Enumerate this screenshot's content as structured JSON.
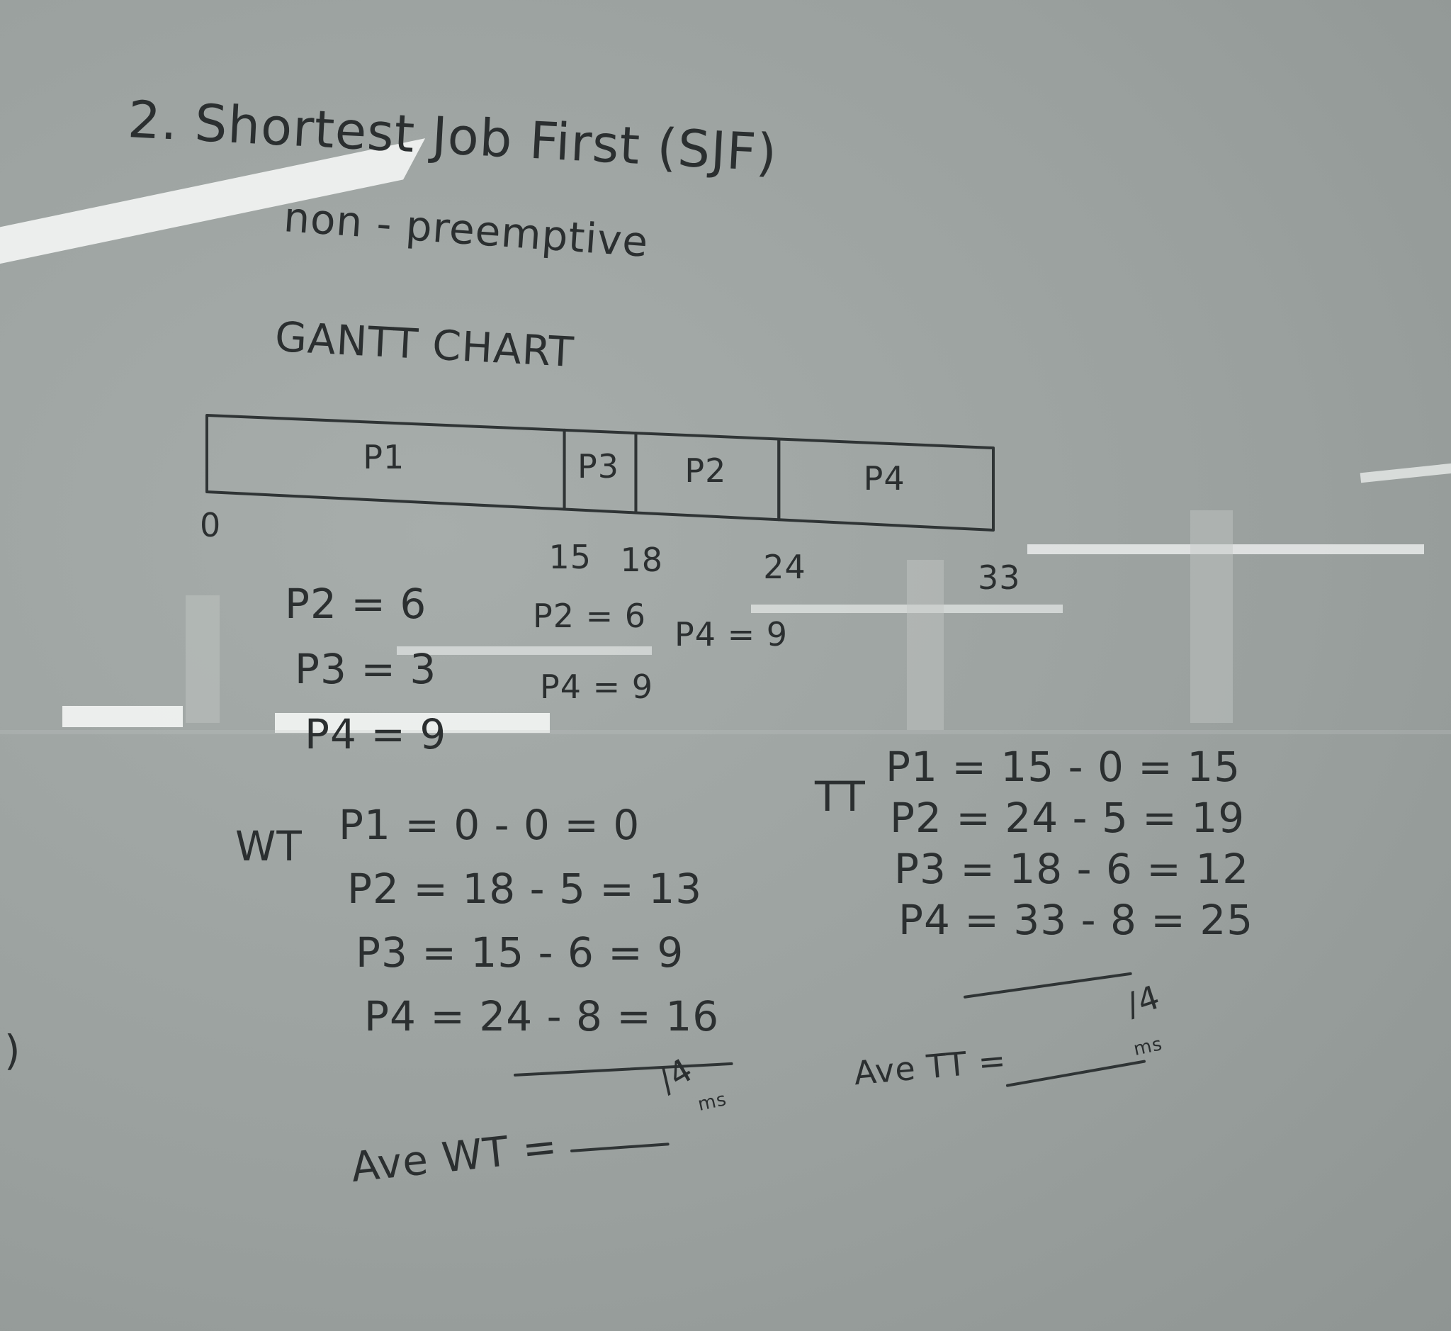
{
  "title": "2. Shortest Job First (SJF)",
  "subtitle": "non - preemptive",
  "gantt_heading": "GANTT CHART",
  "gantt": {
    "segments": [
      {
        "label": "P1",
        "start": 0,
        "end": 15
      },
      {
        "label": "P3",
        "start": 15,
        "end": 18
      },
      {
        "label": "P2",
        "start": 18,
        "end": 24
      },
      {
        "label": "P4",
        "start": 24,
        "end": 33
      }
    ],
    "ticks": [
      "0",
      "15",
      "18",
      "24",
      "33"
    ]
  },
  "queue_at_0": [
    "P2 = 6",
    "P3 = 3",
    "P4 = 9"
  ],
  "queue_at_15": [
    "P2 = 6",
    "P4 = 9"
  ],
  "queue_at_18": [
    "P4 = 9"
  ],
  "wt": {
    "label": "WT",
    "rows": [
      "P1 = 0 - 0 = 0",
      "P2 = 18 - 5 = 13",
      "P3 = 15 - 6 = 9",
      "P4 = 24 - 8 = 16"
    ],
    "divisor": "/4",
    "average_label": "Ave WT =",
    "unit": "ms"
  },
  "tt": {
    "label": "TT",
    "rows": [
      "P1 = 15 - 0 = 15",
      "P2 = 24 - 5 = 19",
      "P3 = 18 - 6 = 12",
      "P4 = 33 - 8 = 25"
    ],
    "divisor": "/4",
    "average_label": "Ave TT =",
    "unit": "ms"
  },
  "margin_mark": ")"
}
